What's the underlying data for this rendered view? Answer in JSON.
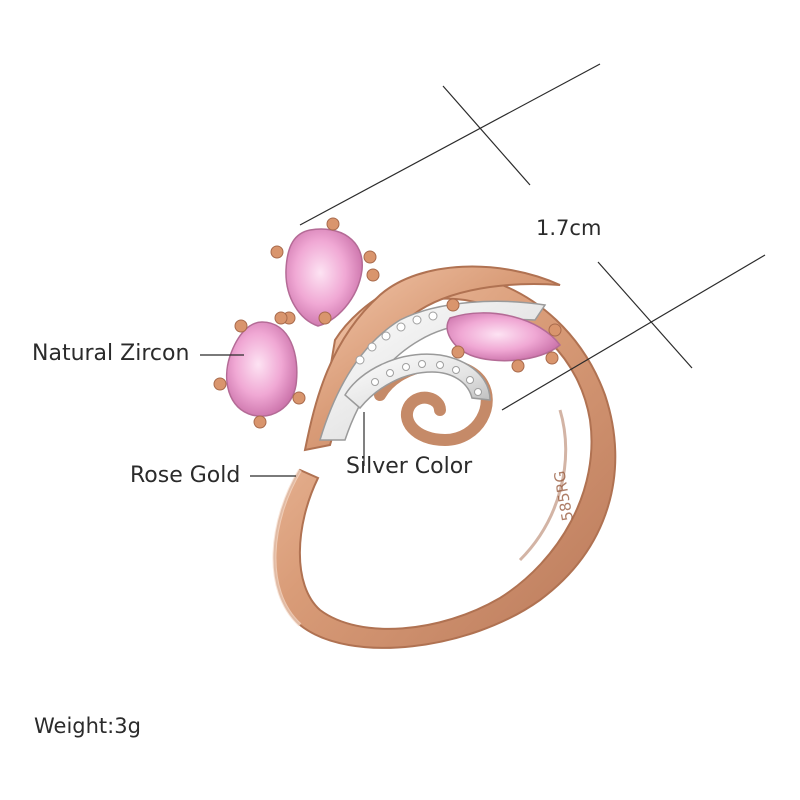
{
  "labels": {
    "stone": "Natural Zircon",
    "band": "Rose Gold",
    "accent": "Silver Color",
    "size": "1.7cm",
    "weight": "Weight:3g",
    "engraving": "585RG"
  },
  "colors": {
    "rose_gold": "#d9a07e",
    "rose_gold_dark": "#b77a56",
    "silver": "#e2e2e2",
    "zircon_pink": "#ee9fcf",
    "leader_line": "#2b2b2b"
  }
}
